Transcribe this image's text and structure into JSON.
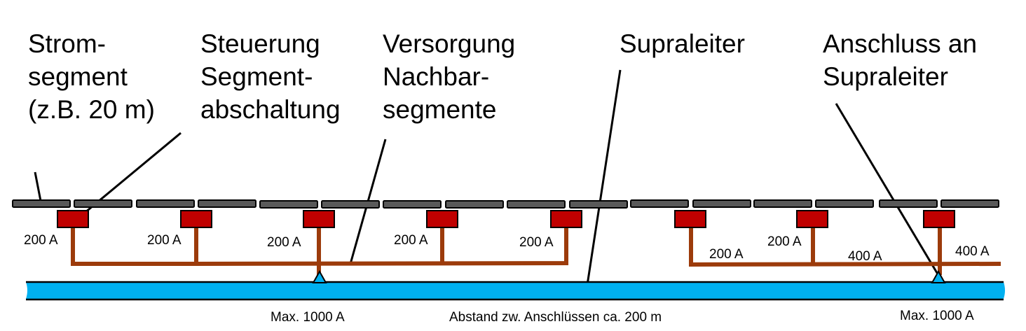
{
  "labels": {
    "stromsegment": [
      "Strom-",
      "segment",
      "(z.B. 20 m)"
    ],
    "steuerung": [
      "Steuerung",
      "Segment-",
      "abschaltung"
    ],
    "versorgung": [
      "Versorgung",
      "Nachbar-",
      "segmente"
    ],
    "supraleiter": [
      "Supraleiter"
    ],
    "anschluss": [
      "Anschluss an",
      "Supraleiter"
    ]
  },
  "currents": [
    "200 A",
    "200 A",
    "200 A",
    "200 A",
    "200 A",
    "200 A",
    "200 A",
    "400 A",
    "400 A"
  ],
  "max_left": "Max. 1000 A",
  "max_right": "Max. 1000 A",
  "distance": "Abstand zw. Anschlüssen ca. 200 m",
  "colors": {
    "segment": "#595959",
    "control": "#c00000",
    "feeder": "#9c3b0b",
    "superconductor": "#00b0f0"
  }
}
